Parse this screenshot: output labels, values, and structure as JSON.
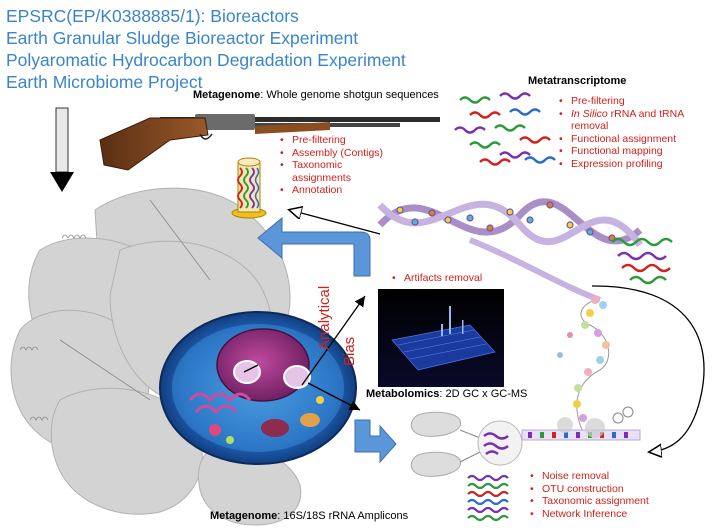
{
  "header": {
    "lines": [
      "EPSRC(EP/K0388885/1): Bioreactors",
      "Earth Granular Sludge Bioreactor Experiment",
      "Polyaromatic Hydrocarbon Degradation Experiment",
      "Earth Microbiome Project"
    ]
  },
  "metagenome_wgs": {
    "bold": "Metagenome",
    "rest": ": Whole genome shotgun sequences"
  },
  "metatranscriptome": {
    "title": "Metatranscriptome"
  },
  "metatranscriptome_steps": [
    {
      "italic": "",
      "text": "Pre-filtering"
    },
    {
      "italic": "In Silico",
      "text": " rRNA and tRNA removal"
    },
    {
      "italic": "",
      "text": "Functional assignment"
    },
    {
      "italic": "",
      "text": "Functional mapping"
    },
    {
      "italic": "",
      "text": "Expression profiling"
    }
  ],
  "wgs_steps": [
    "Pre-filtering",
    "Assembly (Contigs)",
    "Taxonomic assignments",
    "Annotation"
  ],
  "artifacts": "Artifacts removal",
  "analytical_bias": {
    "line1": "Analytical",
    "line2": "Bias"
  },
  "metabolomics": {
    "bold": "Metabolomics",
    "rest": ": 2D GC x GC-MS"
  },
  "amplicon_steps": [
    "Noise removal",
    "OTU construction",
    "Taxonomic assignment",
    "Network Inference"
  ],
  "metagenome_amplicon": {
    "bold": "Metagenome",
    "rest": ": 16S/18S rRNA Amplicons"
  },
  "colors": {
    "header_blue": "#3a85c9",
    "step_red": "#d0211b",
    "arrow_blue": "#5b97d8",
    "dna_purple": "#a88fc8"
  },
  "icons": [
    "shotgun-icon",
    "dna-helix-icon",
    "cell-icon",
    "rna-strands-icon",
    "sludge-granules-icon",
    "gc-chromatogram-icon",
    "amplicon-strands-icon",
    "bead-chain-icon"
  ]
}
